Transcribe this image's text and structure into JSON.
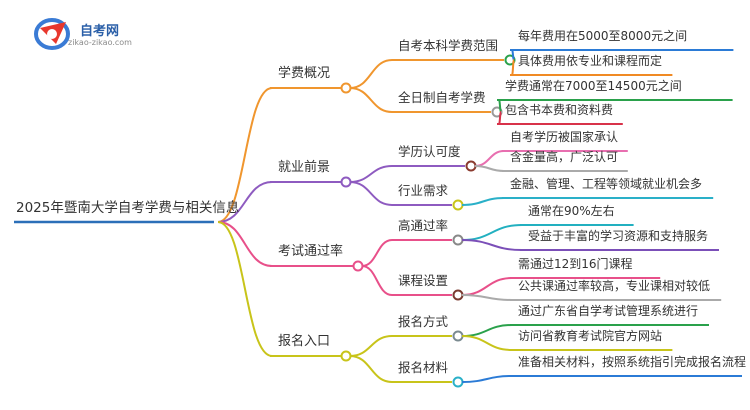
{
  "brand": {
    "name": "自考网",
    "url": "zikao-zikao.com"
  },
  "mindmap": {
    "root": "2025年暨南大学自考学费与相关信息",
    "branches": [
      {
        "label": "学费概况",
        "color": "#f0962e",
        "children": [
          {
            "label": "自考本科学费范围",
            "color": "#2aa14b",
            "leaves": [
              {
                "text": "每年费用在5000至8000元之间",
                "color": "#2b7bd6"
              },
              {
                "text": "具体费用依专业和课程而定",
                "color": "#f08a24"
              }
            ]
          },
          {
            "label": "全日制自考学费",
            "color": "#999999",
            "leaves": [
              {
                "text": "学费通常在7000至14500元之间",
                "color": "#2aa14b"
              },
              {
                "text": "包含书本费和资料费",
                "color": "#d8324a"
              }
            ]
          }
        ]
      },
      {
        "label": "就业前景",
        "color": "#8e5bc0",
        "children": [
          {
            "label": "学历认可度",
            "color": "#8a3a2e",
            "leaves": [
              {
                "text": "自考学历被国家承认",
                "color": "#e86fb0"
              },
              {
                "text": "含金量高，广泛认可",
                "color": "#aaaaaa"
              }
            ]
          },
          {
            "label": "行业需求",
            "color": "#c8c41a",
            "leaves": [
              {
                "text": "金融、管理、工程等领域就业机会多",
                "color": "#2ab0c8"
              }
            ]
          }
        ]
      },
      {
        "label": "考试通过率",
        "color": "#e8508a",
        "children": [
          {
            "label": "高通过率",
            "color": "#888888",
            "leaves": [
              {
                "text": "通常在90%左右",
                "color": "#22b0c0"
              },
              {
                "text": "受益于丰富的学习资源和支持服务",
                "color": "#7b4fb8"
              }
            ]
          },
          {
            "label": "课程设置",
            "color": "#7a3a30",
            "leaves": [
              {
                "text": "需通过12到16门课程",
                "color": "#e8508a"
              },
              {
                "text": "公共课通过率较高，专业课相对较低",
                "color": "#aaaaaa"
              }
            ]
          }
        ]
      },
      {
        "label": "报名入口",
        "color": "#c8c41a",
        "children": [
          {
            "label": "报名方式",
            "color": "#7a8a90",
            "leaves": [
              {
                "text": "通过广东省自学考试管理系统进行",
                "color": "#2aa14b"
              },
              {
                "text": "访问省教育考试院官方网站",
                "color": "#c8c41a"
              }
            ]
          },
          {
            "label": "报名材料",
            "color": "#2ab0c8",
            "leaves": [
              {
                "text": "准备相关材料，按照系统指引完成报名流程",
                "color": "#2b7bd6"
              }
            ]
          }
        ]
      }
    ]
  }
}
